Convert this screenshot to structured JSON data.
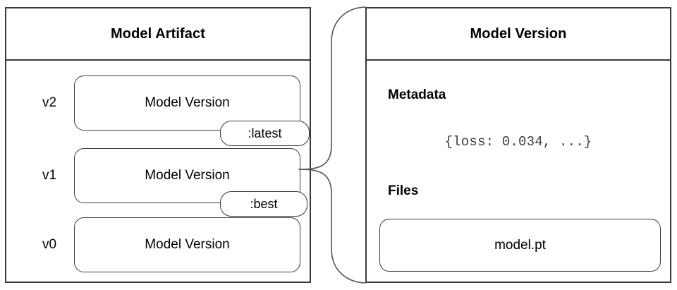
{
  "diagram": {
    "title_left": "Model Artifact",
    "title_right": "Model Version",
    "connector": "brace-connector"
  },
  "artifact_panel": {
    "title": "Model Artifact",
    "versions": [
      {
        "label": "v2",
        "box_label": "Model Version",
        "tag": ":latest"
      },
      {
        "label": "v1",
        "box_label": "Model Version",
        "tag": ":best"
      },
      {
        "label": "v0",
        "box_label": "Model Version",
        "tag": ""
      }
    ]
  },
  "version_panel": {
    "title": "Model Version",
    "metadata": {
      "heading": "Metadata",
      "value": "{loss: 0.034, ...}"
    },
    "files": {
      "heading": "Files",
      "items": [
        {
          "name": "model.pt"
        }
      ]
    }
  },
  "colors": {
    "stroke": "#3a3a3a",
    "text": "#000000",
    "mono_text": "#3c3c3c",
    "background": "#ffffff"
  }
}
